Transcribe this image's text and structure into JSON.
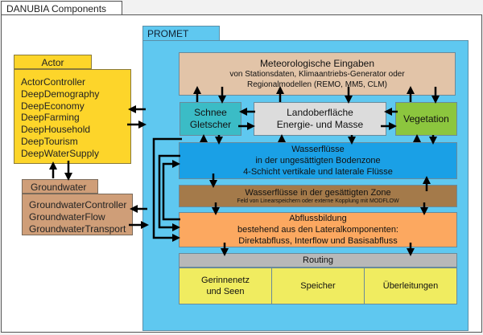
{
  "window": {
    "title": "DANUBIA Components"
  },
  "actor": {
    "title": "Actor",
    "items": [
      "ActorController",
      "DeepDemography",
      "DeepEconomy",
      "DeepFarming",
      "DeepHousehold",
      "DeepTourism",
      "DeepWaterSupply"
    ]
  },
  "groundwater": {
    "title": "Groundwater",
    "items": [
      "GroundwaterController",
      "GroundwaterFlow",
      "GroundwaterTransport"
    ]
  },
  "promet": {
    "title": "PROMET",
    "meteo": {
      "title": "Meteorologische Eingaben",
      "line1": "von Stationsdaten, Klimaantriebs-Generator oder",
      "line2": "Regionalmodellen (REMO, MM5, CLM)"
    },
    "schnee": {
      "line1": "Schnee",
      "line2": "Gletscher"
    },
    "land": {
      "line1": "Landoberfläche",
      "line2": "Energie- und Masse"
    },
    "vegetation": {
      "label": "Vegetation"
    },
    "wasser_unges": {
      "line1": "Wasserflüsse",
      "line2": "in der ungesättigten Bodenzone",
      "line3": "4-Schicht vertikale und laterale Flüsse"
    },
    "wasser_ges": {
      "line1": "Wasserflüsse in der gesättigten Zone",
      "line2": "Feld von Linearspeichern oder externe Kopplung mit MODFLOW"
    },
    "abfluss": {
      "line1": "Abflussbildung",
      "line2": "bestehend aus den Lateralkomponenten:",
      "line3": "Direktabfluss, Interflow und Basisabfluss"
    },
    "routing": {
      "title": "Routing",
      "cells": [
        {
          "line1": "Gerinnenetz",
          "line2": "und Seen"
        },
        {
          "line1": "Speicher",
          "line2": ""
        },
        {
          "line1": "Überleitungen",
          "line2": ""
        }
      ]
    }
  },
  "colors": {
    "promet": "#5fc8f0",
    "actor": "#fdd52a",
    "groundwater": "#cf9e78",
    "meteo": "#e2c4a8",
    "schnee": "#3bbcc6",
    "land": "#dcdcdc",
    "vegetation": "#8cc63e",
    "wasser_unges": "#1aa0e6",
    "wasser_ges": "#a47a4a",
    "abfluss": "#fca860",
    "routing": "#b8b8b8",
    "routing_cells": "#f0ec60"
  }
}
